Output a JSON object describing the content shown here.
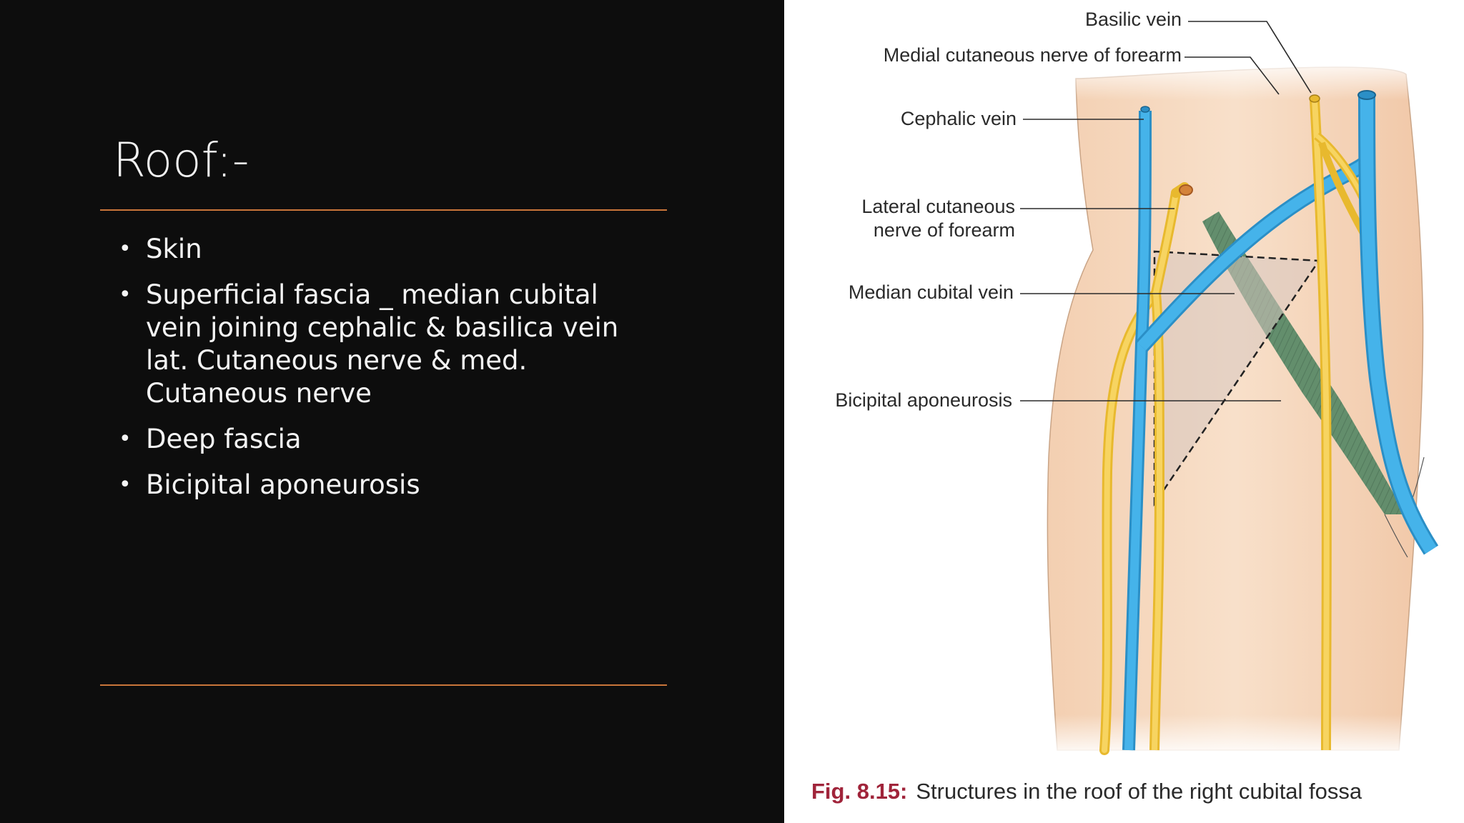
{
  "slide": {
    "title": "Roof:-",
    "bullets": [
      "Skin",
      "Superficial fascia _ median cubital vein joining cephalic & basilica vein lat. Cutaneous nerve & med. Cutaneous nerve",
      "Deep fascia",
      "Bicipital aponeurosis"
    ],
    "bullet_glyph": "•",
    "accent_color": "#c9753a",
    "background_color": "#0d0d0d"
  },
  "figure": {
    "labels": {
      "basilic_vein": "Basilic vein",
      "medial_cutaneous": "Medial cutaneous nerve of forearm",
      "cephalic_vein": "Cephalic vein",
      "lateral_cutaneous_line1": "Lateral cutaneous",
      "lateral_cutaneous_line2": "nerve of forearm",
      "median_cubital_vein": "Median cubital vein",
      "bicipital_aponeurosis": "Bicipital aponeurosis"
    },
    "caption_fig": "Fig. 8.15:",
    "caption_text": "Structures in the roof of the right cubital fossa",
    "colors": {
      "skin": "#f7dcc4",
      "vein": "#3aa9e0",
      "nerve": "#f2c63c",
      "muscle": "#5b8a68",
      "caption_fig": "#a0243a"
    }
  }
}
